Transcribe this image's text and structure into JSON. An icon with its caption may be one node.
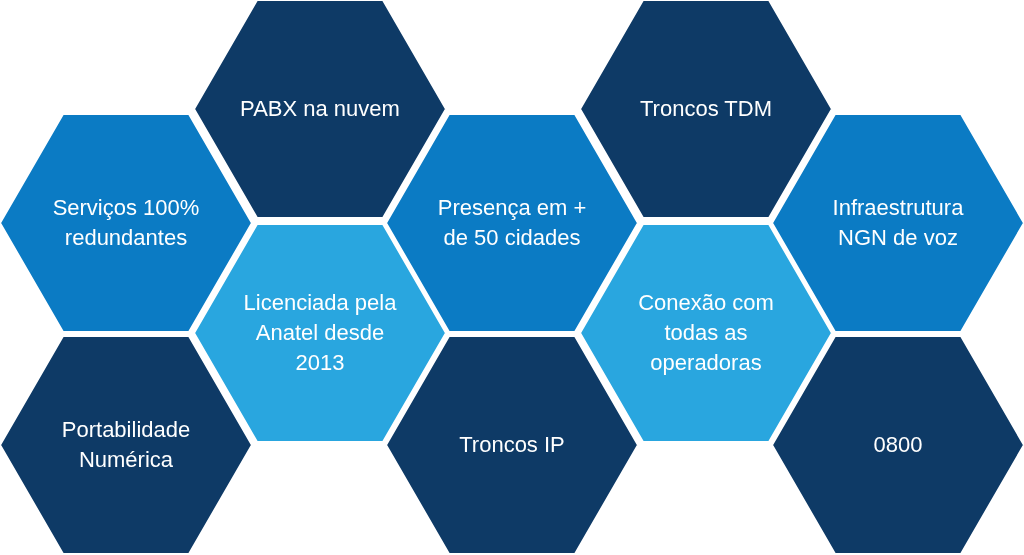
{
  "diagram": {
    "nodes": [
      {
        "text": [
          "PABX na nuvem"
        ]
      },
      {
        "text": [
          "Troncos TDM"
        ]
      },
      {
        "text": [
          "Serviços 100% redundantes"
        ]
      },
      {
        "text": [
          "Presença em + de 50 cidades"
        ]
      },
      {
        "text": [
          "Infraestrutura NGN de voz"
        ]
      },
      {
        "text": [
          "Licenciada pela Anatel desde 2013"
        ]
      },
      {
        "text": [
          "Conexão com todas as operadoras"
        ]
      },
      {
        "text": [
          "Portabilidade Numérica"
        ]
      },
      {
        "text": [
          "Troncos IP"
        ]
      },
      {
        "text": [
          "0800"
        ]
      }
    ]
  }
}
